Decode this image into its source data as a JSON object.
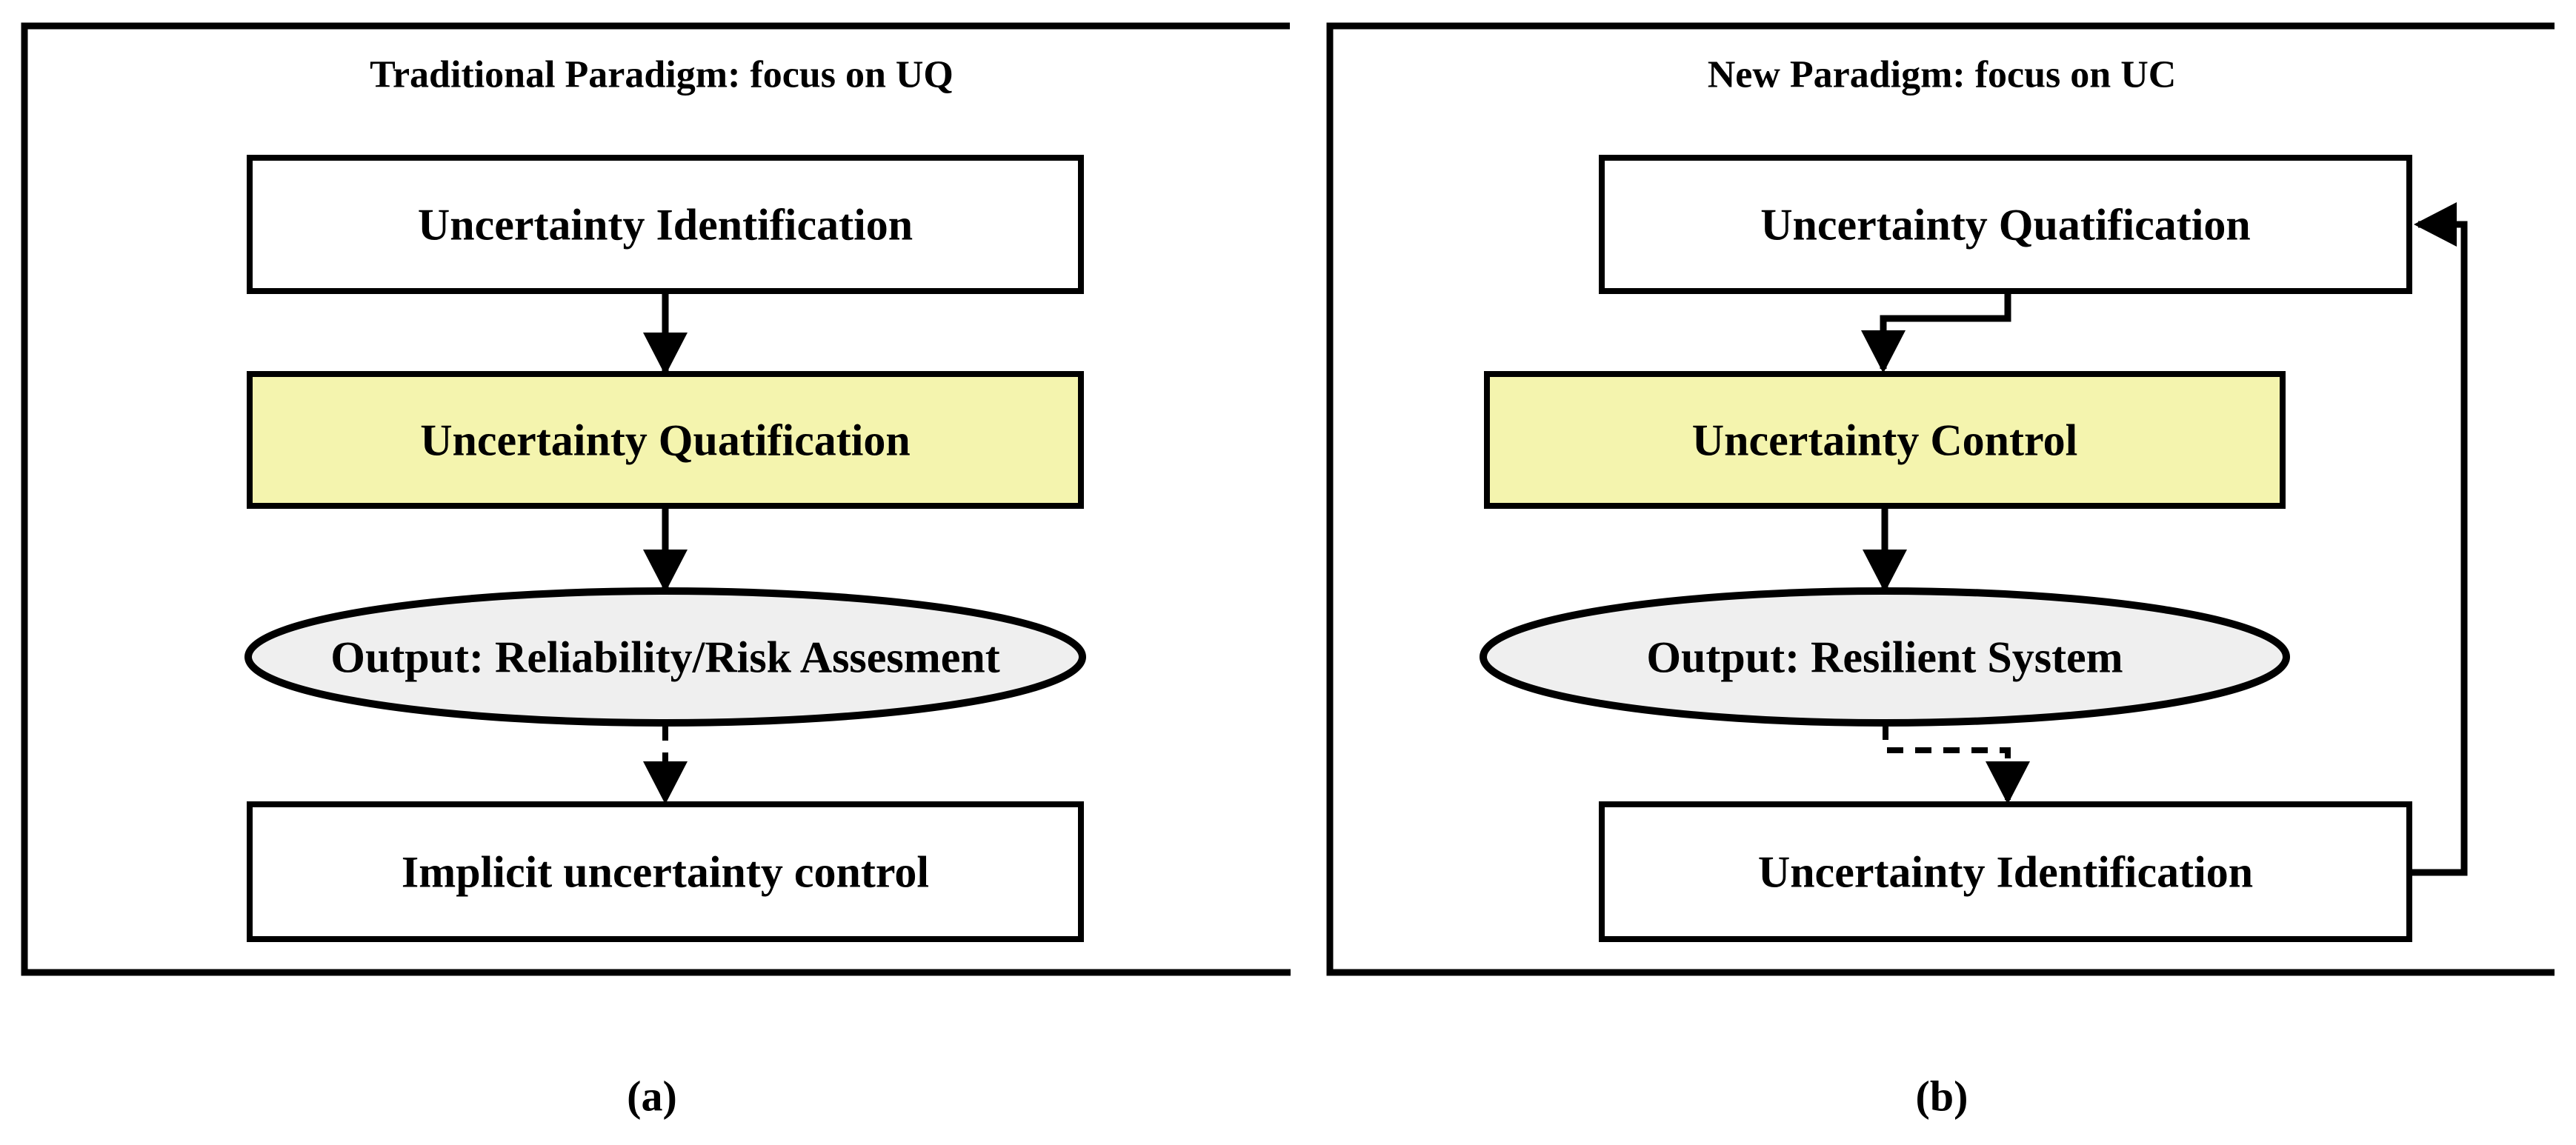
{
  "figure": {
    "type": "flowchart-comparison",
    "colors": {
      "background": "#FFFFFF",
      "box_fill": "#FFFFFF",
      "highlight_fill": "#F4F4AE",
      "ellipse_fill": "#EFEFEF",
      "line": "#000000"
    },
    "panel_a": {
      "title": "Traditional Paradigm: focus on UQ",
      "caption": "(a)",
      "nodes": {
        "identification": "Uncertainty Identification",
        "quantification": "Uncertainty Quatification",
        "output": "Output: Reliability/Risk Assesment",
        "control": "Implicit uncertainty control"
      },
      "flow": "identification -> quantification -> output -> (dashed) control"
    },
    "panel_b": {
      "title": "New Paradigm: focus on UC",
      "caption": "(b)",
      "nodes": {
        "quantification": "Uncertainty Quatification",
        "control": "Uncertainty Control",
        "output": "Output: Resilient System",
        "identification": "Uncertainty Identification"
      },
      "flow": "quantification -> control -> output -> (dashed) identification -> (feedback loop) quantification"
    }
  }
}
